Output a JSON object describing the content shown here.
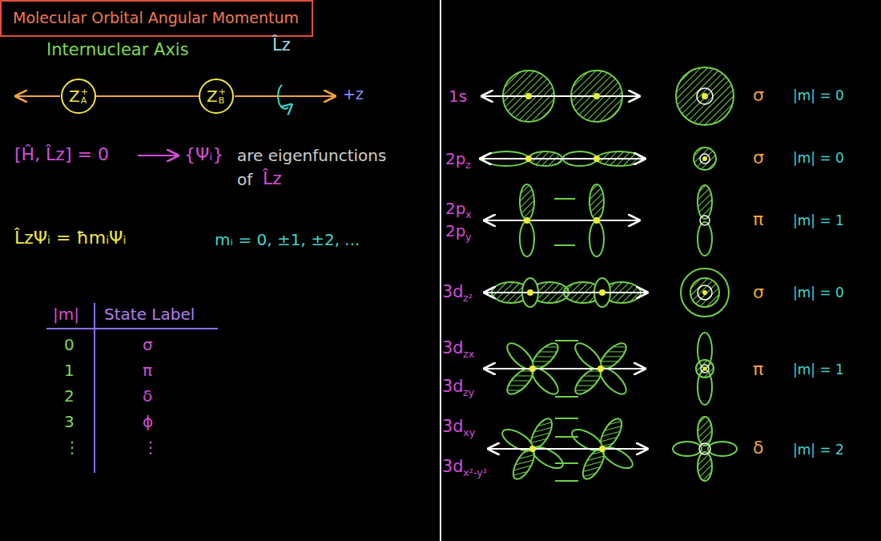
{
  "diagram": {
    "title": "Molecular Orbital Angular Momentum",
    "nodes": [
      {
        "text": [
          "Z",
          "+",
          "A"
        ]
      },
      {
        "text": [
          "Z",
          "+",
          "B"
        ]
      }
    ],
    "edges": [
      {
        "from": 0,
        "to": 1,
        "arrow": "none"
      }
    ],
    "labels": [
      "Internuclear Axis",
      "L̂z",
      "+z",
      "[Ĥ, L̂z] = 0",
      "{Ψᵢ}",
      "are eigenfunctions",
      "of",
      "L̂z",
      "L̂zΨᵢ = ħmᵢΨᵢ",
      "mᵢ = 0, ±1, ±2, ...",
      "|m|",
      "State Label",
      "0",
      "σ",
      "1",
      "π",
      "2",
      "δ",
      "3",
      "ϕ",
      "⋮",
      "⋮",
      "1s",
      "σ",
      "|m| = 0",
      "2p",
      "z",
      "σ",
      "|m| = 0",
      "2p",
      "x",
      "2p",
      "y",
      "π",
      "|m| = 1",
      "3d",
      "z²",
      "σ",
      "|m| = 0",
      "3d",
      "zx",
      "3d",
      "zy",
      "π",
      "|m| = 1",
      "3d",
      "xy",
      "3d",
      "x²-y²",
      "δ",
      "|m| = 2"
    ]
  }
}
